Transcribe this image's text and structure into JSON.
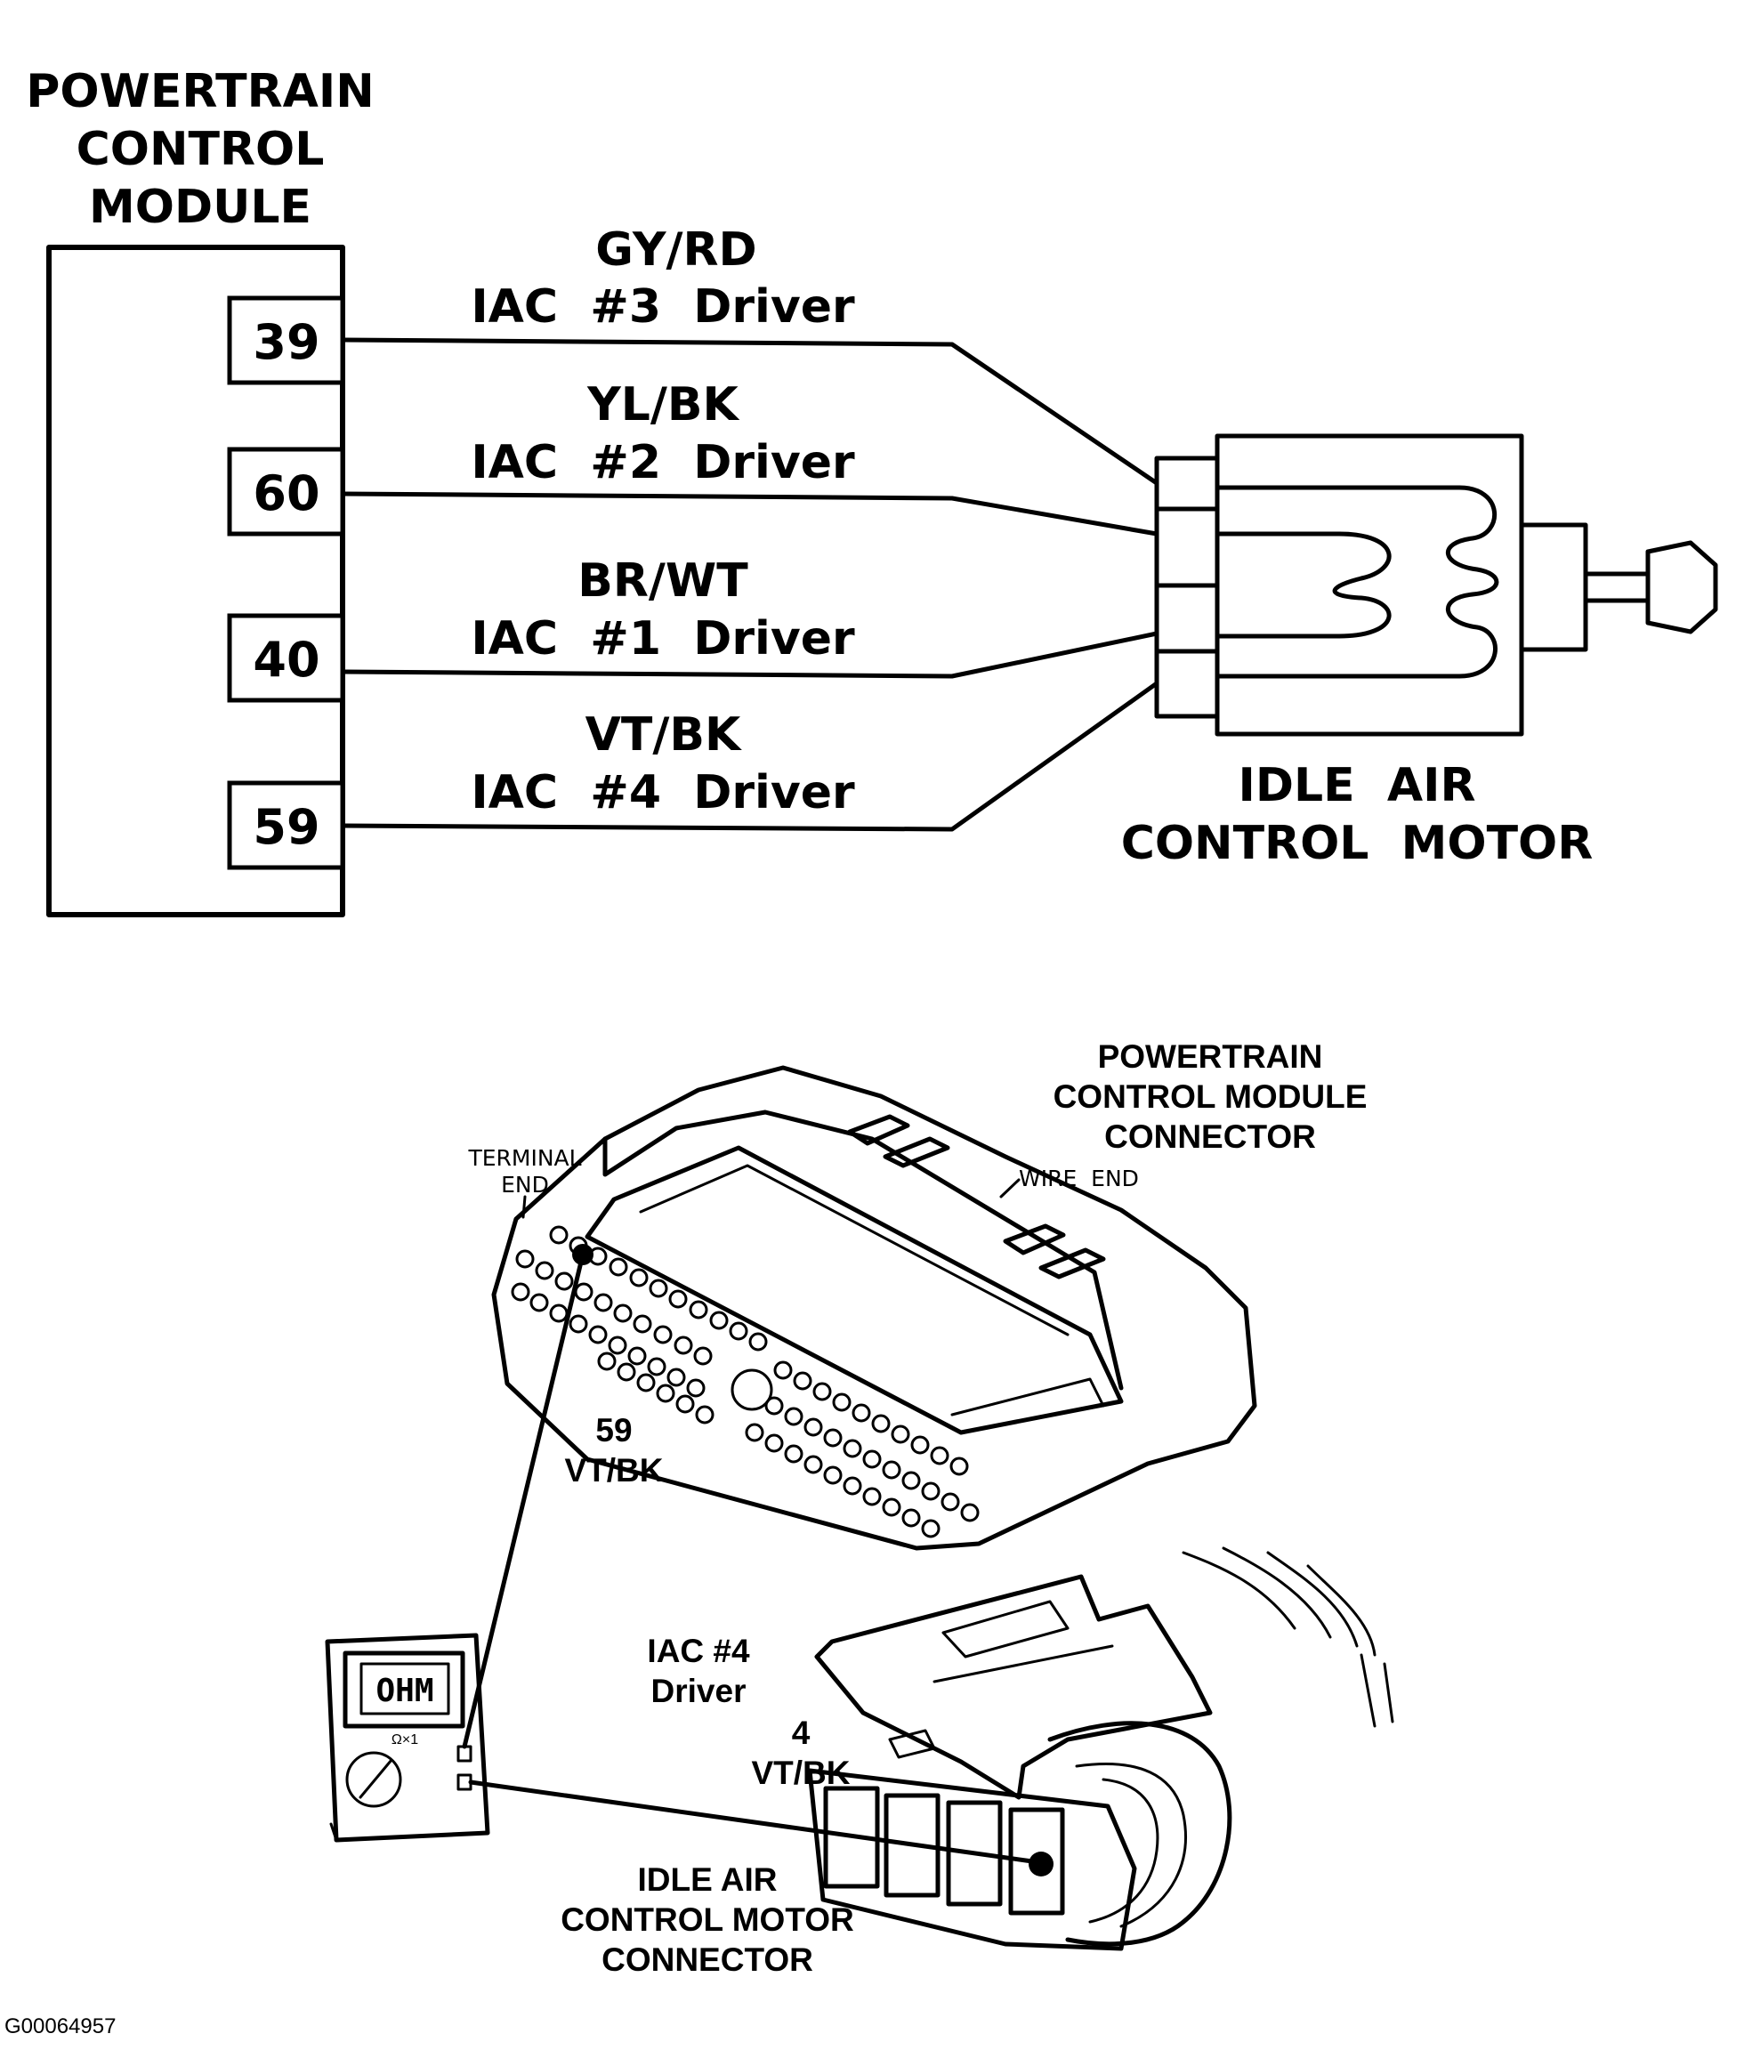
{
  "schematic": {
    "pcm_label": [
      "POWERTRAIN",
      "CONTROL",
      "MODULE"
    ],
    "wires": [
      {
        "pin": "39",
        "color_code": "GY/RD",
        "function": "IAC  #3  Driver"
      },
      {
        "pin": "60",
        "color_code": "YL/BK",
        "function": "IAC  #2  Driver"
      },
      {
        "pin": "40",
        "color_code": "BR/WT",
        "function": "IAC  #1  Driver"
      },
      {
        "pin": "59",
        "color_code": "VT/BK",
        "function": "IAC  #4  Driver"
      }
    ],
    "motor_label": [
      "IDLE  AIR",
      "CONTROL  MOTOR"
    ]
  },
  "test_view": {
    "pcm_connector_label": [
      "POWERTRAIN",
      "CONTROL MODULE",
      "CONNECTOR"
    ],
    "terminal_end_label": [
      "TERMINAL",
      "END"
    ],
    "wire_end_label": "WIRE  END",
    "pin59_label": [
      "59",
      "VT/BK"
    ],
    "iac_driver_label": [
      "IAC #4",
      "Driver"
    ],
    "pin4_label": [
      "4",
      "VT/BK"
    ],
    "iac_connector_label": [
      "IDLE AIR",
      "CONTROL MOTOR",
      "CONNECTOR"
    ],
    "meter_display": "OHM",
    "meter_range": "Ω×1"
  },
  "figure_id": "G00064957"
}
